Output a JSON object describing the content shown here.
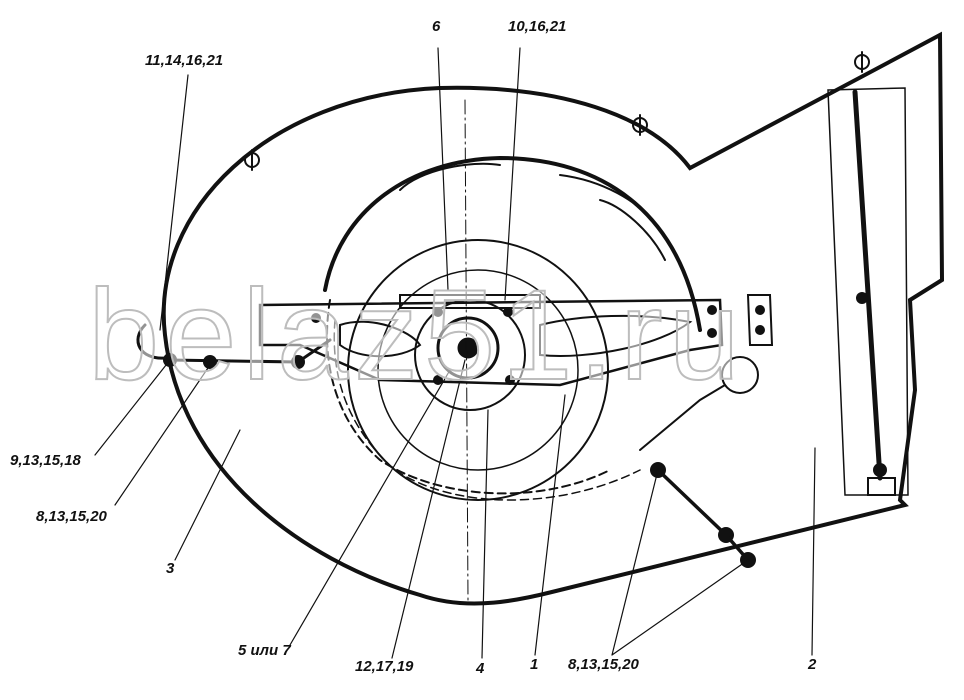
{
  "labels": {
    "top_left": "11,14,16,21",
    "top_center": "6",
    "top_right": "10,16,21",
    "left_1": "9,13,15,18",
    "left_2": "8,13,15,20",
    "part_3": "3",
    "part_5_or_7": "5 или 7",
    "bottom_1": "12,17,19",
    "part_4": "4",
    "part_1": "1",
    "bottom_2": "8,13,15,20",
    "part_2": "2"
  },
  "watermark": "belaz51.ru"
}
